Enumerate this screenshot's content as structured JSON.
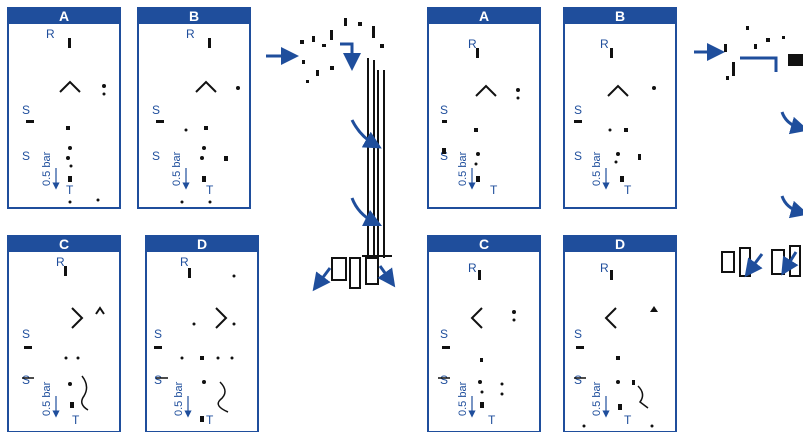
{
  "colors": {
    "brand_blue": "#1f4e9c",
    "ink": "#111111",
    "background": "#ffffff"
  },
  "groups": [
    {
      "panels": [
        {
          "title": "A",
          "label_r": "R",
          "label_s_top": "S",
          "label_s_bottom": "S",
          "label_t": "T",
          "pressure": "0.5 bar"
        },
        {
          "title": "B",
          "label_r": "R",
          "label_s_top": "S",
          "label_s_bottom": "S",
          "label_t": "T",
          "pressure": "0.5 bar"
        },
        {
          "title": "C",
          "label_r": "R",
          "label_s_top": "S",
          "label_s_bottom": "S",
          "label_t": "T",
          "pressure": "0.5 bar"
        },
        {
          "title": "D",
          "label_r": "R",
          "label_s_top": "S",
          "label_s_bottom": "S",
          "label_t": "T",
          "pressure": "0.5 bar"
        }
      ]
    },
    {
      "panels": [
        {
          "title": "A",
          "label_r": "R",
          "label_s_top": "S",
          "label_s_bottom": "S",
          "label_t": "T",
          "pressure": "0.5 bar"
        },
        {
          "title": "B",
          "label_r": "R",
          "label_s_top": "S",
          "label_s_bottom": "S",
          "label_t": "T",
          "pressure": "0.5 bar"
        },
        {
          "title": "C",
          "label_r": "R",
          "label_s_top": "S",
          "label_s_bottom": "S",
          "label_t": "T",
          "pressure": "0.5 bar"
        },
        {
          "title": "D",
          "label_r": "R",
          "label_s_top": "S",
          "label_s_bottom": "S",
          "label_t": "T",
          "pressure": "0.5 bar"
        }
      ]
    }
  ]
}
